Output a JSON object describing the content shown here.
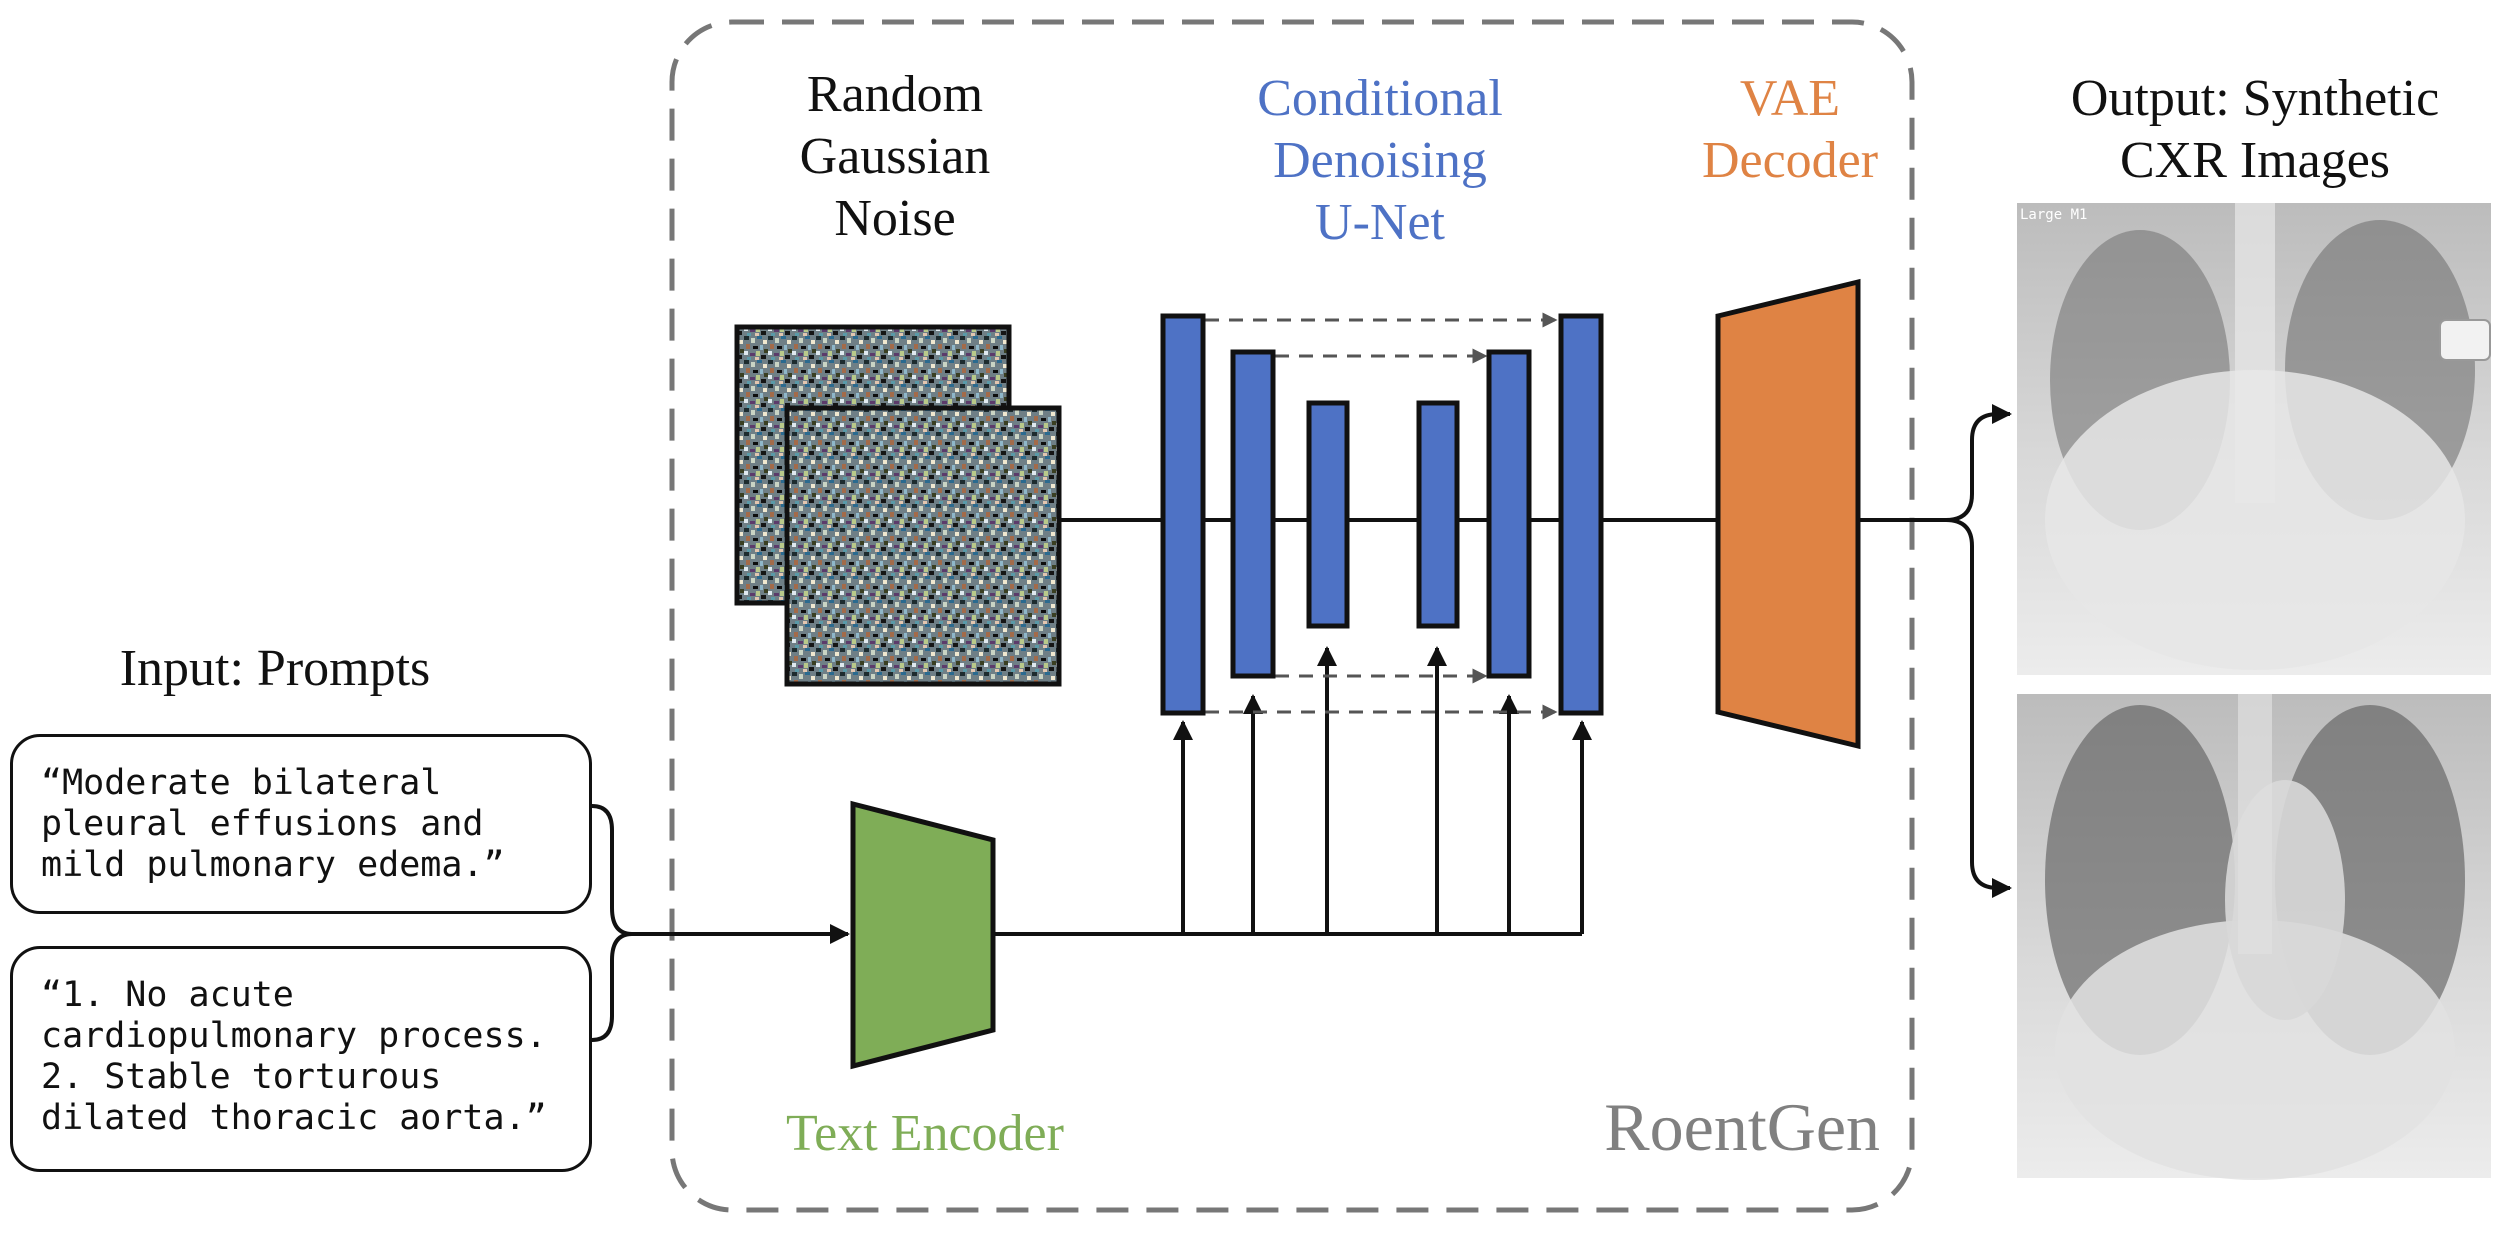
{
  "labels": {
    "input_title": "Input: Prompts",
    "noise": [
      "Random",
      "Gaussian",
      "Noise"
    ],
    "unet": [
      "Conditional",
      "Denoising",
      "U-Net"
    ],
    "vae": [
      "VAE",
      "Decoder"
    ],
    "output": [
      "Output: Synthetic",
      "CXR Images"
    ],
    "text_encoder": "Text Encoder",
    "model_name": "RoentGen"
  },
  "prompts": [
    "“Moderate bilateral\npleural effusions and\nmild pulmonary edema.”",
    "“1. No acute\ncardiopulmonary process.\n2. Stable torturous\ndilated thoracic aorta.”"
  ],
  "xray_marker": "Large M1",
  "colors": {
    "unet_blue": "#4e72c5",
    "vae_orange": "#df8344",
    "encoder_green": "#7fad57",
    "model_gray": "#808080",
    "frame_gray": "#777777"
  }
}
